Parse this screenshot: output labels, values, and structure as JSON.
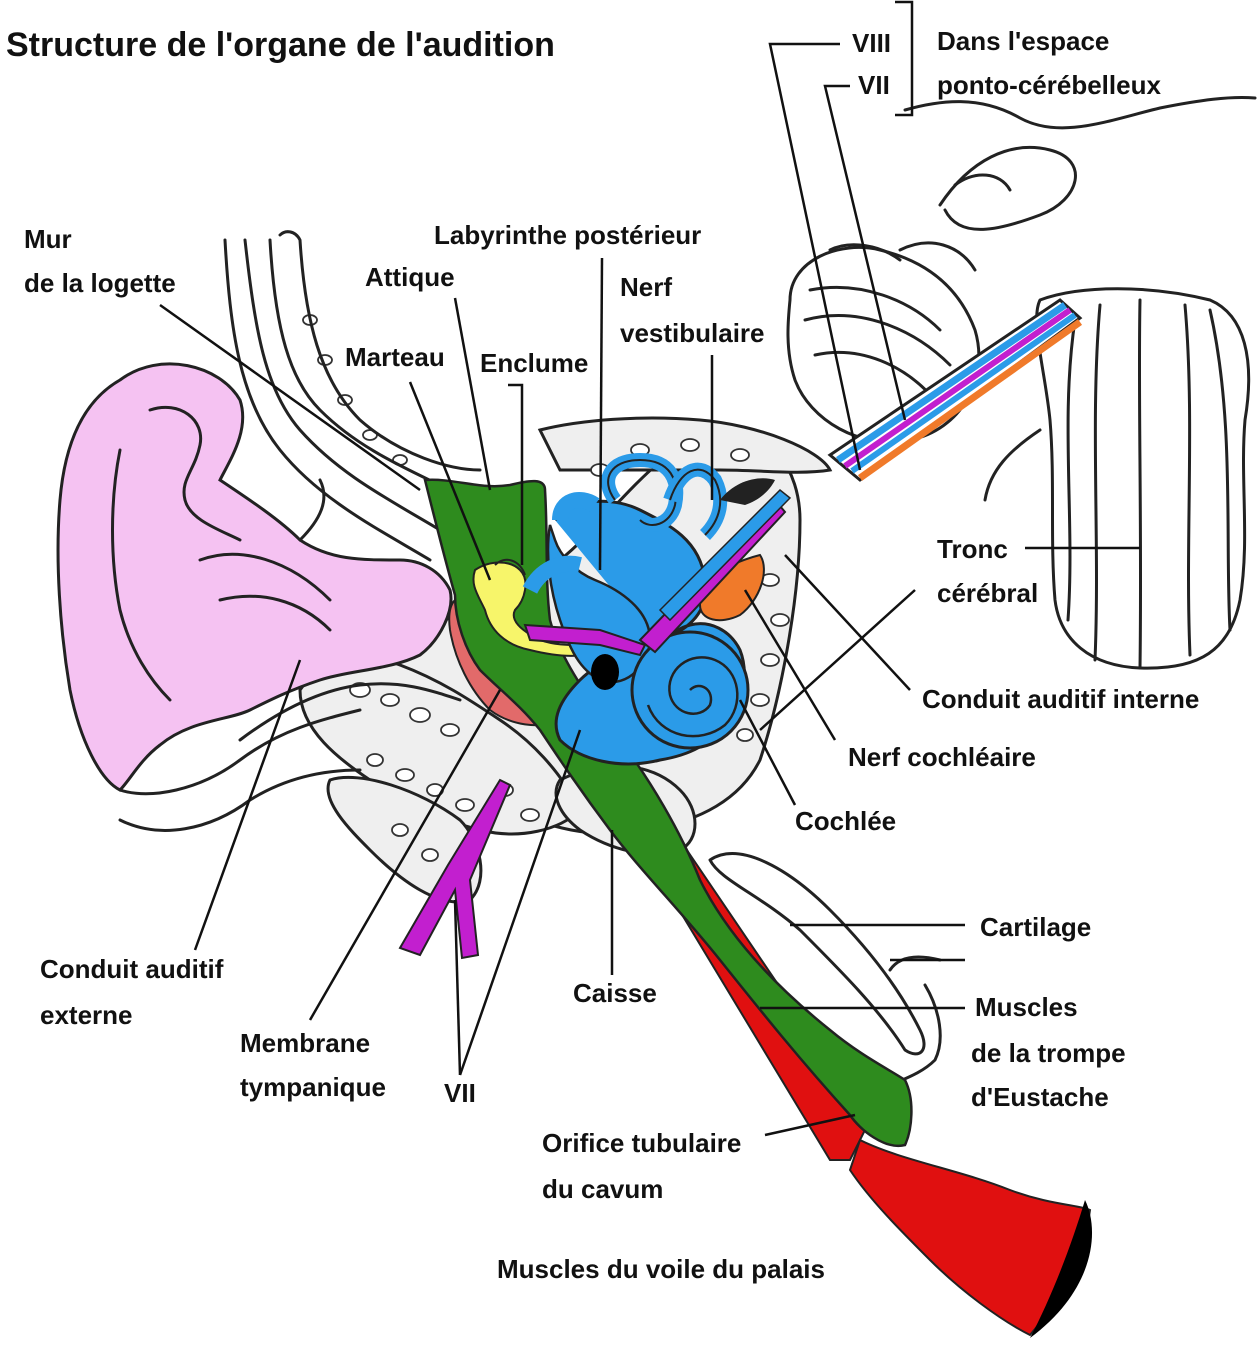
{
  "title": "Structure de l'organe de l'audition",
  "labels": {
    "viii": "VIII",
    "vii_top": "VII",
    "espace_line1": "Dans l'espace",
    "espace_line2": "ponto-cérébelleux",
    "mur_line1": "Mur",
    "mur_line2": "de la logette",
    "labyrinthe": "Labyrinthe postérieur",
    "attique": "Attique",
    "nerf_vest_line1": "Nerf",
    "nerf_vest_line2": "vestibulaire",
    "marteau": "Marteau",
    "enclume": "Enclume",
    "tronc_line1": "Tronc",
    "tronc_line2": "cérébral",
    "conduit_interne": "Conduit auditif interne",
    "nerf_cochleaire": "Nerf cochléaire",
    "cochlee": "Cochlée",
    "cartilage": "Cartilage",
    "conduit_externe_line1": "Conduit auditif",
    "conduit_externe_line2": "externe",
    "caisse": "Caisse",
    "muscles_trompe_line1": "Muscles",
    "muscles_trompe_line2": "de la trompe",
    "muscles_trompe_line3": "d'Eustache",
    "membrane_line1": "Membrane",
    "membrane_line2": "tympanique",
    "vii_bottom": "VII",
    "orifice_line1": "Orifice tubulaire",
    "orifice_line2": "du cavum",
    "muscles_voile": "Muscles du voile du palais"
  },
  "colors": {
    "auricle": "#f5c2f2",
    "middle_ear": "#2e8b1e",
    "ossicles": "#f7f56a",
    "labyrinth": "#2b9be8",
    "facial_nerve": "#c21fcf",
    "cochlear_nerve": "#f07a2a",
    "eardrum": "#e26a6a",
    "muscle": "#e01010",
    "bone": "#efefef"
  }
}
